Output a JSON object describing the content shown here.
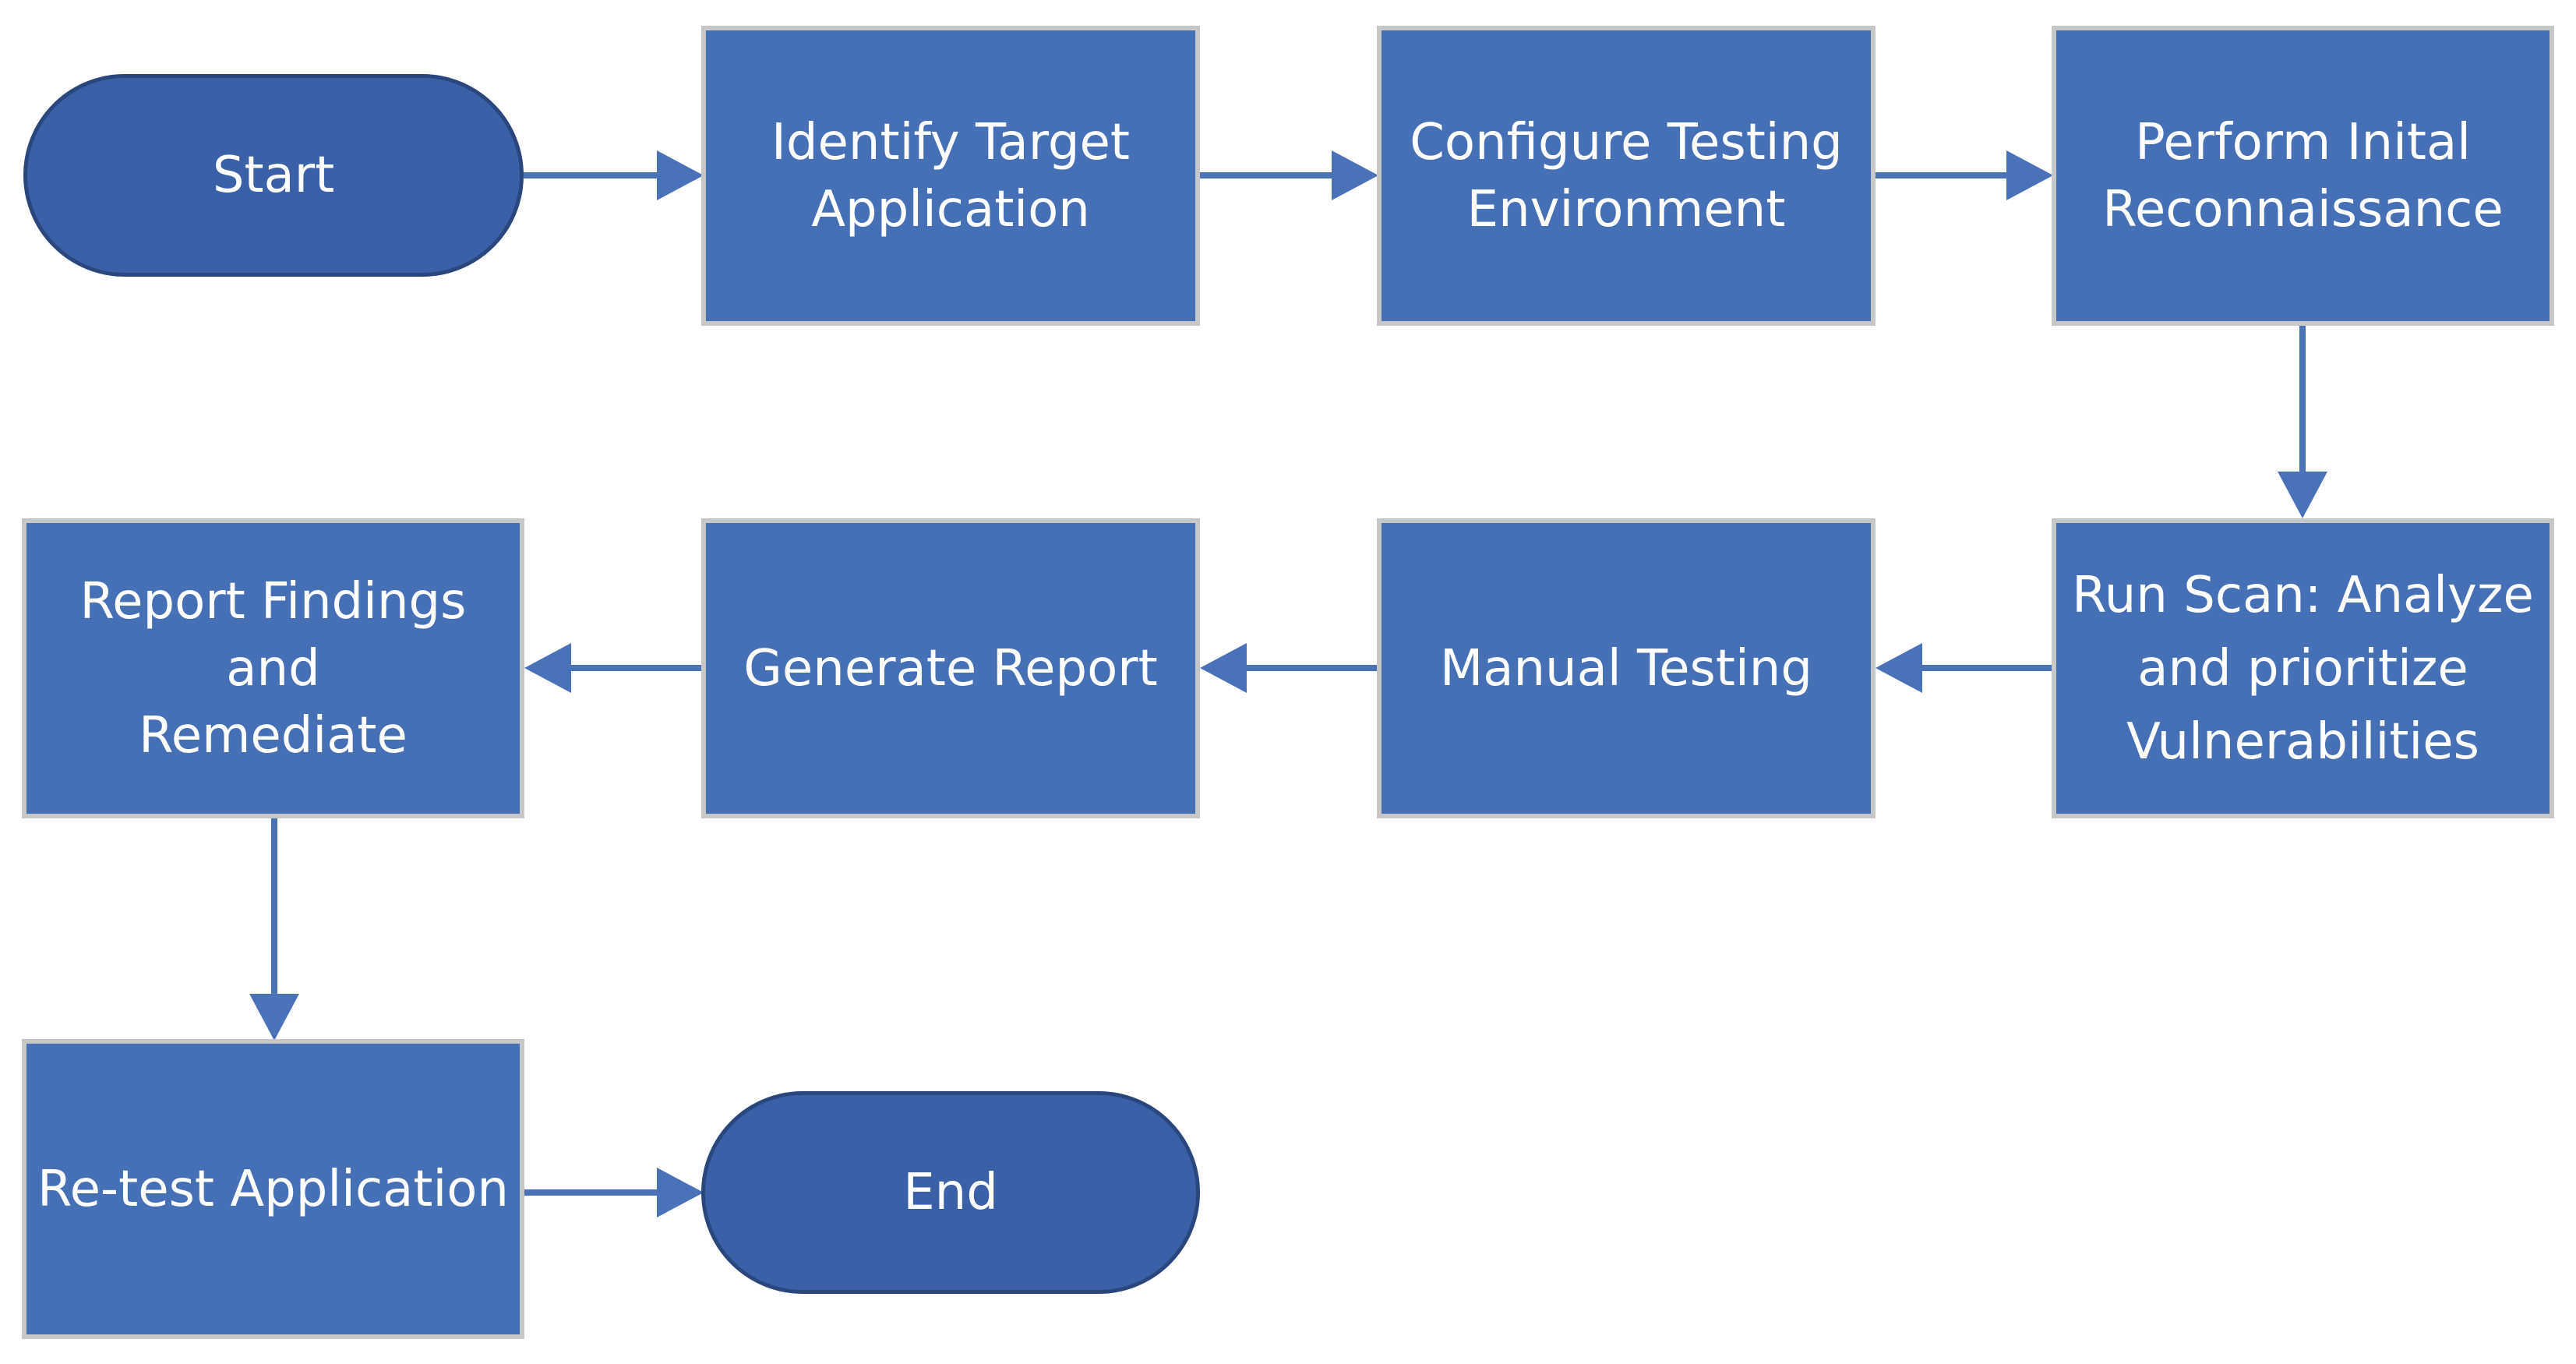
{
  "colors": {
    "process_fill": "#4670b6",
    "process_border": "#c7c7c7",
    "terminal_fill": "#3a61a8",
    "terminal_border": "#29477d",
    "connector": "#4a72b8"
  },
  "nodes": {
    "start": "Start",
    "identify": "Identify Target\nApplication",
    "configure": "Configure Testing\nEnvironment",
    "recon": "Perform Inital\nReconnaissance",
    "scan": "Run Scan: Analyze\nand prioritize\nVulnerabilities",
    "manual": "Manual Testing",
    "generate": "Generate Report",
    "report": "Report Findings and\nRemediate",
    "retest": "Re-test Application",
    "end": "End"
  },
  "edges": [
    [
      "start",
      "identify"
    ],
    [
      "identify",
      "configure"
    ],
    [
      "configure",
      "recon"
    ],
    [
      "recon",
      "scan"
    ],
    [
      "scan",
      "manual"
    ],
    [
      "manual",
      "generate"
    ],
    [
      "generate",
      "report"
    ],
    [
      "report",
      "retest"
    ],
    [
      "retest",
      "end"
    ]
  ]
}
